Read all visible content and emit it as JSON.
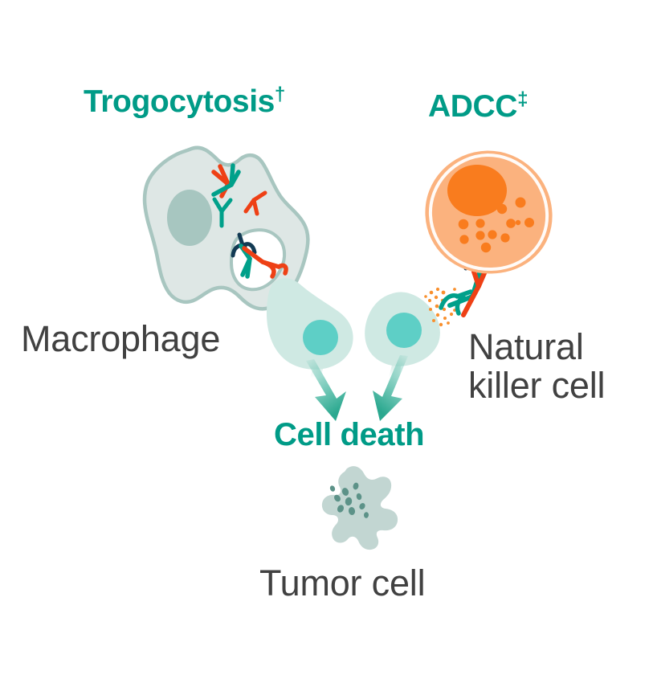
{
  "figure": {
    "title_trogocytosis": "Trogocytosis",
    "title_trogocytosis_marker": "†",
    "title_adcc": "ADCC",
    "title_adcc_marker": "‡",
    "label_macrophage": "Macrophage",
    "label_nk_line1": "Natural",
    "label_nk_line2": "killer cell",
    "label_cell_death": "Cell death",
    "label_tumor_cell": "Tumor cell"
  },
  "colors": {
    "teal_brand": "#009b87",
    "teal_accent": "#1fa88f",
    "text_gray": "#414141",
    "macrophage_fill": "#dee7e5",
    "macrophage_outline": "#a8c6c0",
    "macrophage_nucleus": "#a7c6c0",
    "tumor_fill": "#cfe9e3",
    "tumor_nucleus": "#5ecfc6",
    "nk_fill": "#fbb27e",
    "nk_nucleus": "#f97c1e",
    "nk_granule": "#f9902e",
    "nk_outline": "#fbb27e",
    "antibody_red": "#ee4015",
    "antibody_teal": "#00a08a",
    "receptor_navy": "#123a53",
    "dead_cell_fill": "#c2d6d2",
    "dead_cell_nucleus": "#5c9288",
    "arrow_teal": "#2fae95"
  },
  "elements": {
    "macrophage_name": "macrophage-cell",
    "nk_name": "natural-killer-cell",
    "tumor_left_name": "tumor-cell-left",
    "tumor_right_name": "tumor-cell-right",
    "dead_tumor_name": "dead-tumor-cell",
    "arrow_left_name": "arrow-to-cell-death-left",
    "arrow_right_name": "arrow-to-cell-death-right"
  }
}
